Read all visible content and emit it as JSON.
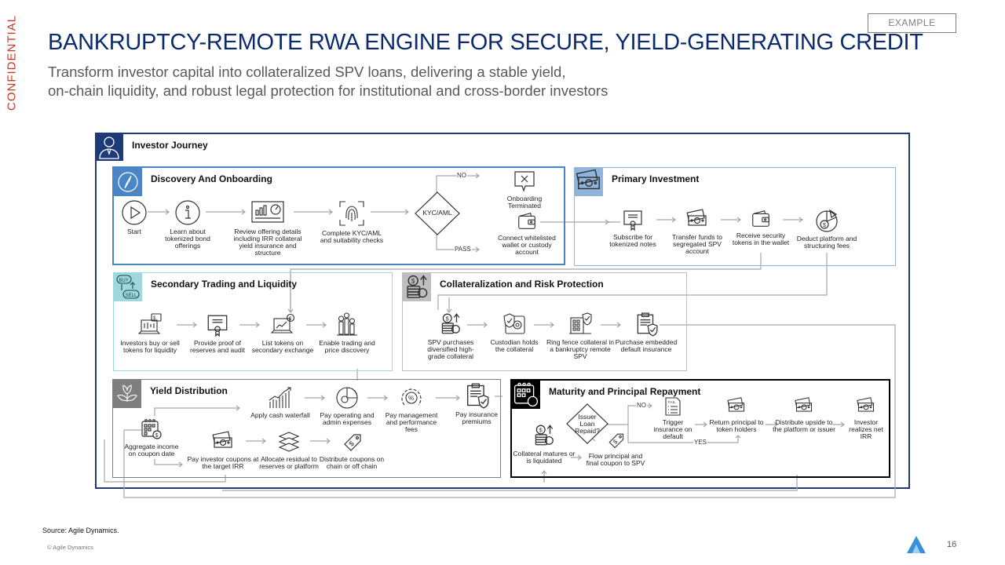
{
  "header": {
    "confidential": "CONFIDENTIAL",
    "example_badge": "EXAMPLE",
    "title": "BANKRUPTCY-REMOTE RWA ENGINE FOR SECURE, YIELD-GENERATING CREDIT",
    "subtitle_line1": "Transform investor capital into collateralized SPV loans, delivering a stable yield,",
    "subtitle_line2": "on-chain liquidity, and robust legal protection for institutional and cross-border investors"
  },
  "journey": {
    "title": "Investor Journey",
    "icon": "investor-icon",
    "colors": {
      "border": "#1f3a78",
      "icon_bg": "#1f3a78"
    }
  },
  "sections": {
    "discovery": {
      "title": "Discovery And Onboarding",
      "icon": "compass-icon",
      "color": "#4a86c5",
      "steps": [
        {
          "label": "Start",
          "icon": "play-icon"
        },
        {
          "label": "Learn about tokenized bond offerings",
          "icon": "info-icon"
        },
        {
          "label": "Review offering details including IRR collateral yield insurance and structure",
          "icon": "dashboard-icon"
        },
        {
          "label": "Complete KYC/AML and suitability checks",
          "icon": "fingerprint-icon"
        }
      ],
      "decision": "KYC/AML",
      "branch_no": "NO",
      "branch_pass": "PASS",
      "terminated": {
        "label": "Onboarding Terminated",
        "icon": "terminated-icon"
      },
      "connect": {
        "label": "Connect whitelisted wallet or custody account",
        "icon": "wallet-icon"
      }
    },
    "primary": {
      "title": "Primary Investment",
      "icon": "cash-icon",
      "color": "#8fb4de",
      "steps": [
        {
          "label": "Subscribe for tokenized notes",
          "icon": "certificate-icon"
        },
        {
          "label": "Transfer funds to segregated SPV account",
          "icon": "cash-icon"
        },
        {
          "label": "Receive security tokens in the wallet",
          "icon": "wallet-icon"
        },
        {
          "label": "Deduct platform and structuring fees",
          "icon": "fees-icon"
        }
      ]
    },
    "secondary": {
      "title": "Secondary Trading and Liquidity",
      "icon": "buy-sell-icon",
      "color": "#9ed8dc",
      "steps": [
        {
          "label": "Investors buy or sell tokens for liquidity",
          "icon": "trading-laptop-icon"
        },
        {
          "label": "Provide proof of reserves and audit",
          "icon": "certificate-icon"
        },
        {
          "label": "List tokens on secondary exchange",
          "icon": "exchange-laptop-icon"
        },
        {
          "label": "Enable trading and price discovery",
          "icon": "price-bars-icon"
        }
      ]
    },
    "collateral": {
      "title": "Collateralization and Risk Protection",
      "icon": "coins-icon",
      "color": "#bfbfbf",
      "steps": [
        {
          "label": "SPV purchases diversified high-grade collateral",
          "icon": "coins-icon"
        },
        {
          "label": "Custodian holds the collateral",
          "icon": "safe-icon"
        },
        {
          "label": "Ring fence collateral in a bankruptcy remote SPV",
          "icon": "building-shield-icon"
        },
        {
          "label": "Purchase embedded default insurance",
          "icon": "insurance-doc-icon"
        }
      ]
    },
    "yield": {
      "title": "Yield Distribution",
      "icon": "plant-icon",
      "color": "#7f7f7f",
      "aggregate": {
        "label": "Aggregate income on coupon date",
        "icon": "calendar-coin-icon"
      },
      "top_steps": [
        {
          "label": "Apply cash waterfall",
          "icon": "growth-chart-icon"
        },
        {
          "label": "Pay operating and admin expenses",
          "icon": "pie-icon"
        },
        {
          "label": "Pay management and performance fees",
          "icon": "percent-gauge-icon"
        },
        {
          "label": "Pay insurance premiums",
          "icon": "insurance-doc-icon"
        }
      ],
      "bottom_steps": [
        {
          "label": "Pay investor coupons at the target IRR",
          "icon": "cash-icon"
        },
        {
          "label": "Allocate residual to reserves or platform",
          "icon": "layers-icon"
        },
        {
          "label": "Distribute coupons on chain or off chain",
          "icon": "price-tag-icon"
        }
      ]
    },
    "maturity": {
      "title": "Maturity and Principal  Repayment",
      "icon": "calendar-coin-icon",
      "color": "#000000",
      "collateral_matures": {
        "label": "Collateral matures or is liquidated",
        "icon": "coins-icon"
      },
      "flow_principal": {
        "label": "Flow principal and final coupon to SPV",
        "icon": "price-tag-icon"
      },
      "decision": "Issuer Loan Repaid?",
      "branch_no": "NO",
      "branch_yes": "YES",
      "steps": [
        {
          "label": "Trigger insurance on default",
          "icon": "fail-doc-icon"
        },
        {
          "label": "Return principal to token holders",
          "icon": "cash-icon"
        },
        {
          "label": "Distribute upside to the platform or issuer",
          "icon": "cash-icon"
        },
        {
          "label": "Investor realizes net IRR",
          "icon": "cash-icon"
        }
      ]
    }
  },
  "footer": {
    "source": "Source: Agile Dynamics.",
    "copyright": "© Agile Dynamics",
    "page_number": "16",
    "logo": "agile-dynamics-logo"
  }
}
